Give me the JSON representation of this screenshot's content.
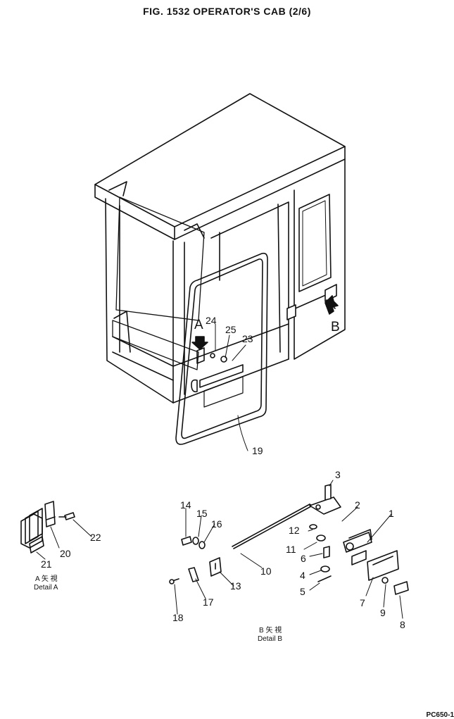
{
  "title": "FIG. 1532   OPERATOR'S CAB (2/6)",
  "view_labels": {
    "a": "A",
    "b": "B"
  },
  "detail_a": {
    "line1": "A  矢 視",
    "line2": "Detail A"
  },
  "detail_b": {
    "line1": "B  矢 視",
    "line2": "Detail B"
  },
  "drawing_code": "PC650-1",
  "callouts": [
    "1",
    "2",
    "3",
    "4",
    "5",
    "6",
    "7",
    "8",
    "9",
    "10",
    "11",
    "12",
    "13",
    "14",
    "15",
    "16",
    "17",
    "18",
    "19",
    "20",
    "21",
    "22",
    "23",
    "24",
    "25"
  ]
}
